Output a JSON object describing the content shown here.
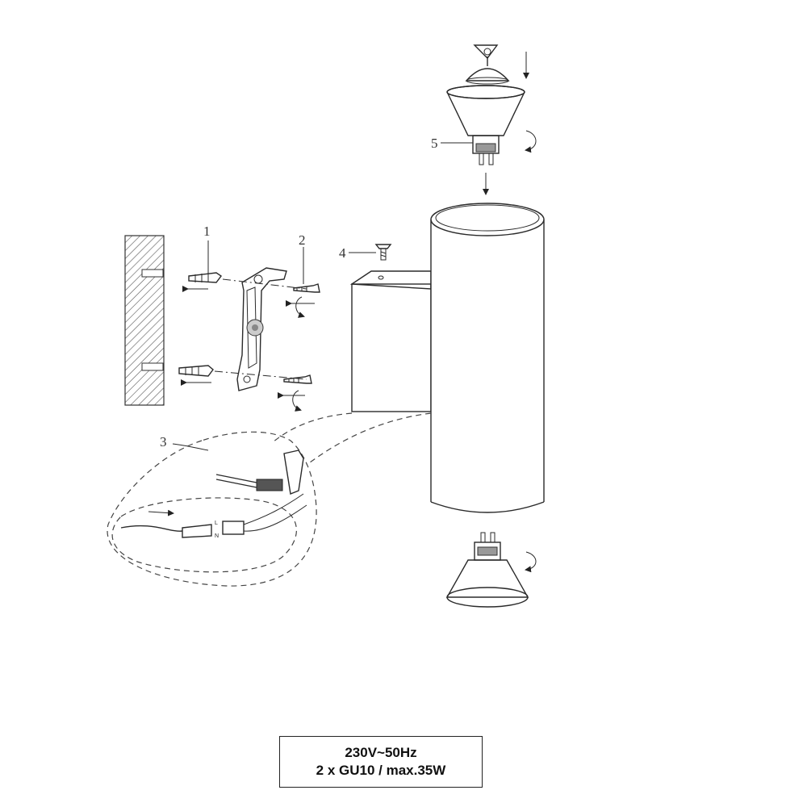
{
  "callouts": [
    {
      "id": "1",
      "label": "1"
    },
    {
      "id": "2",
      "label": "2"
    },
    {
      "id": "3",
      "label": "3"
    },
    {
      "id": "4",
      "label": "4"
    },
    {
      "id": "5",
      "label": "5"
    }
  ],
  "wire_labels": {
    "l": "L",
    "n": "N"
  },
  "specs": {
    "line1": "230V~50Hz",
    "line2": "2 x GU10 / max.35W"
  },
  "colors": {
    "line": "#2a2a2a",
    "hatch": "#555555"
  }
}
